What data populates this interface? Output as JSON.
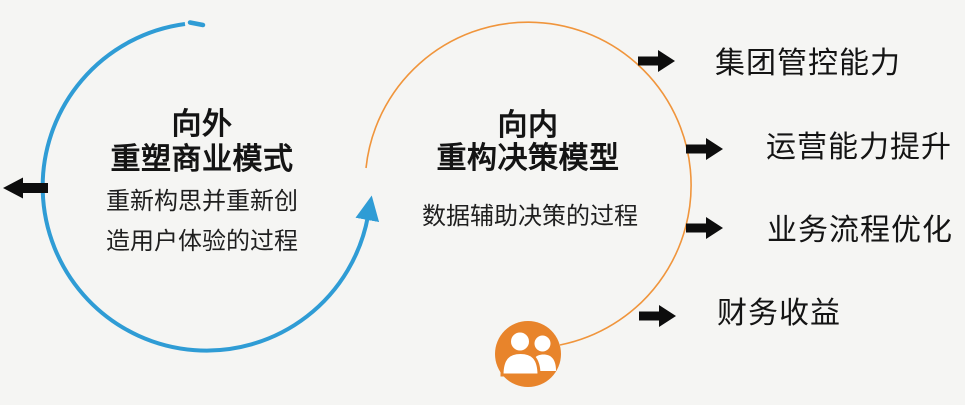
{
  "canvas": {
    "width": "965",
    "height": "405",
    "background": "#f5f5f3"
  },
  "colors": {
    "blue": "#2f9cd5",
    "orange_arc": "#f0953c",
    "orange_icon": "#e8842b",
    "arrow_black": "#0d0d0d",
    "text": "#1a1a1a",
    "icon_glyph_white": "#ffffff"
  },
  "outward_circle": {
    "title_line1": "向外",
    "title_line2": "重塑商业模式",
    "desc_line1": "重新构思并重新创",
    "desc_line2": "造用户体验的过程"
  },
  "inward_circle": {
    "title_line1": "向内",
    "title_line2": "重构决策模型",
    "desc": "数据辅助决策的过程"
  },
  "outcomes": [
    {
      "label": "集团管控能力"
    },
    {
      "label": "运营能力提升"
    },
    {
      "label": "业务流程优化"
    },
    {
      "label": "财务收益"
    }
  ],
  "icons": {
    "people": "people-icon",
    "left_arrow": "left-arrow-icon",
    "right_arrow": "right-arrow-icon",
    "blue_circle_arrow": "circular-arrow-icon"
  }
}
